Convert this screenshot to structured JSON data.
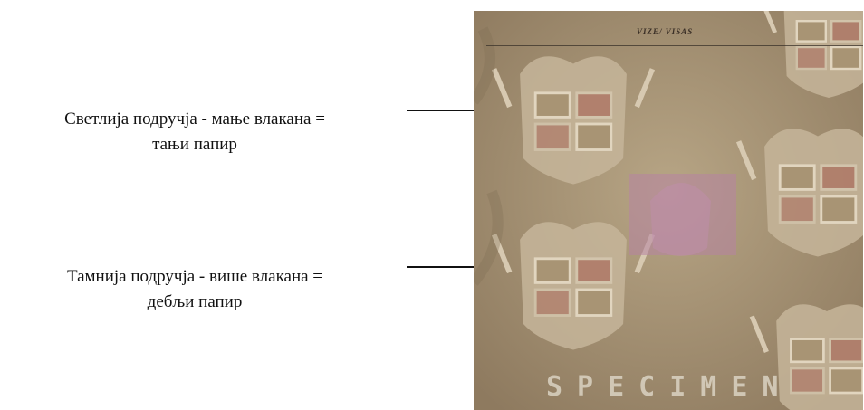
{
  "annotations": {
    "top": {
      "line1": "Светлија подручја  - мање влакана =",
      "line2": "тањи папир"
    },
    "bottom": {
      "line1": "Тамнија подручја  - више влакана =",
      "line2": "дебљи папир"
    }
  },
  "photo": {
    "header_text": "VIZE/ VISAS",
    "watermark_text": "SPECIMEN"
  },
  "colors": {
    "paper": "#a89474",
    "paper_dark": "#8e7a5f",
    "motif_light": "#c5b59a",
    "motif_red": "#a45a4e",
    "hologram": "#b684a3",
    "ink": "#111111"
  }
}
